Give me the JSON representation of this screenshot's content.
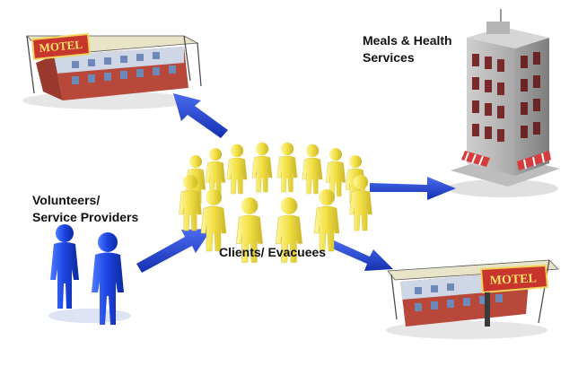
{
  "labels": {
    "meals_health": [
      "Meals & Health",
      "Services"
    ],
    "volunteers": [
      "Volunteers/",
      "Service Providers"
    ],
    "clients": "Clients/  Evacuees"
  },
  "motel_signs": [
    "MOTEL",
    "MOTEL"
  ],
  "colors": {
    "arrow_blue": "#1f3fd6",
    "volunteer_blue": "#1a43e0",
    "client_yellow": "#f3e248",
    "motel_wall": "#b8483a",
    "motel_sign": "#c8352d",
    "building_gray": "#8e8e8e"
  },
  "icons": [
    "motel-icon",
    "hotel-building-icon",
    "person-icon",
    "arrow-icon"
  ]
}
